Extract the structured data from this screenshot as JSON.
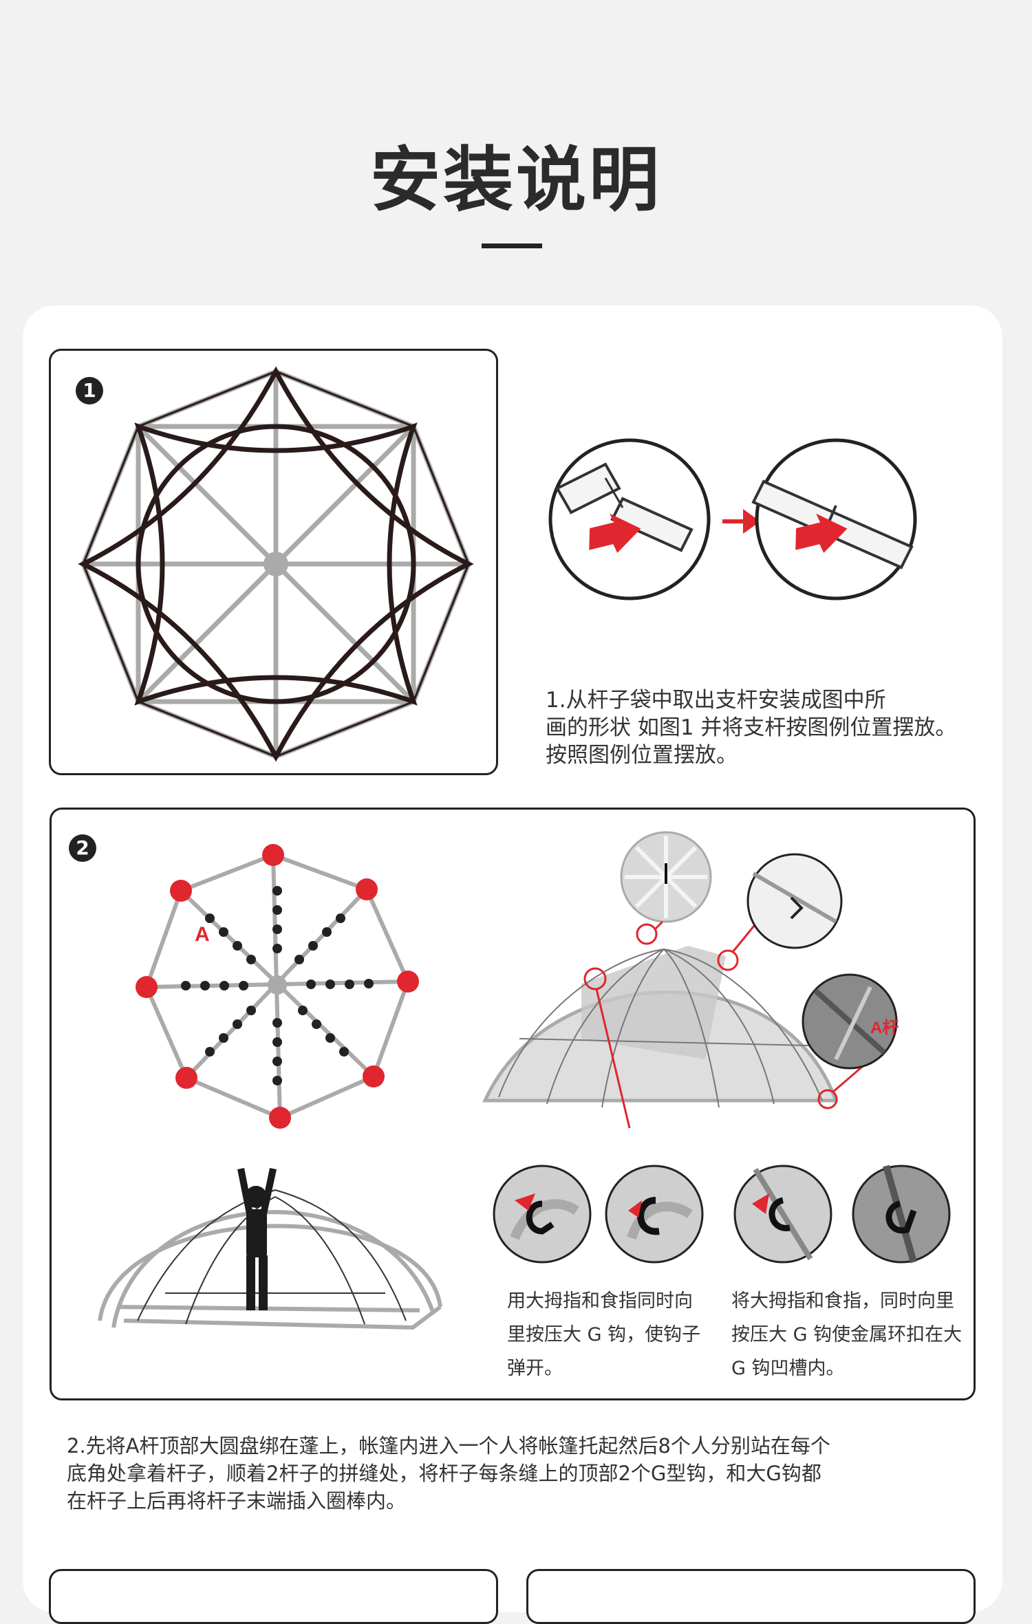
{
  "header": {
    "title": "安装说明"
  },
  "step1": {
    "badge": "1",
    "caption_lines": [
      "1.从杆子袋中取出支杆安装成图中所",
      "画的形状 如图1 并将支杆按图例位置摆放。",
      "按照图例位置摆放。"
    ]
  },
  "step2": {
    "badge": "2",
    "pole_label": "A",
    "callout_label": "A杆",
    "left_caption_lines": [
      "用大拇指和食指同时向",
      "里按压大 G 钩，使钩子",
      "弹开。"
    ],
    "right_caption_lines": [
      "将大拇指和食指，同时向里",
      "按压大 G 钩使金属环扣在大",
      "G 钩凹槽内。"
    ],
    "instruction_lines": [
      "2.先将A杆顶部大圆盘绑在蓬上，帐篷内进入一个人将帐篷托起然后8个人分别站在每个",
      "底角处拿着杆子，顺着2杆子的拼缝处，将杆子每条缝上的顶部2个G型钩，和大G钩都",
      "在杆子上后再将杆子末端插入圈棒内。"
    ]
  },
  "colors": {
    "accent_red": "#e0262e",
    "frame_dark": "#2a1a1a",
    "frame_gray": "#a8a8a8"
  }
}
